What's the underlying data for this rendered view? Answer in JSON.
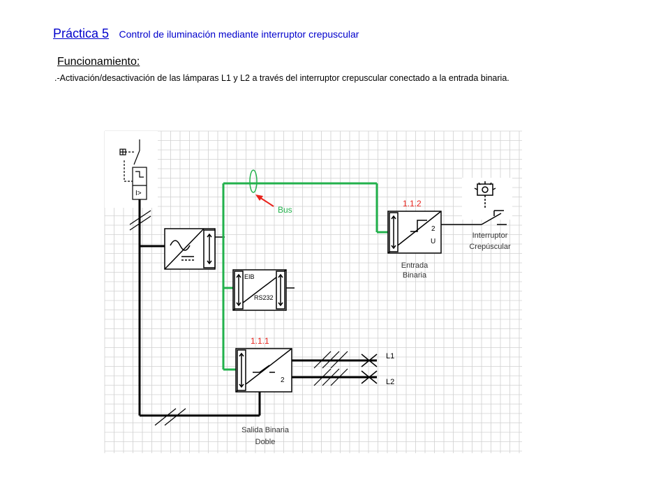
{
  "header": {
    "title": "Práctica 5",
    "subtitle": "Control de iluminación mediante interruptor crepuscular",
    "section_heading": "Funcionamiento:",
    "description": ".-Activación/desactivación de las lámparas L1 y L2 a través del interruptor crepuscular conectado a la entrada binaria."
  },
  "diagram": {
    "bus_label": "Bus",
    "input_module": {
      "address": "1.1.2",
      "channel_count": "2",
      "channel_type": "U",
      "name_line1": "Entrada",
      "name_line2": "Binaria"
    },
    "interface_module": {
      "top_label": "EIB",
      "bottom_label": "RS232"
    },
    "output_module": {
      "address": "1.1.1",
      "channel_count": "2",
      "name_line1": "Salida Binaria",
      "name_line2": "Doble"
    },
    "switch": {
      "name_line1": "Interruptor",
      "name_line2": "Crepúscular"
    },
    "lamps": [
      "L1",
      "L2"
    ],
    "colors": {
      "bus": "#22b14c",
      "address": "#e8231c",
      "wire": "#000000",
      "grid": "#d0d0d0"
    }
  }
}
